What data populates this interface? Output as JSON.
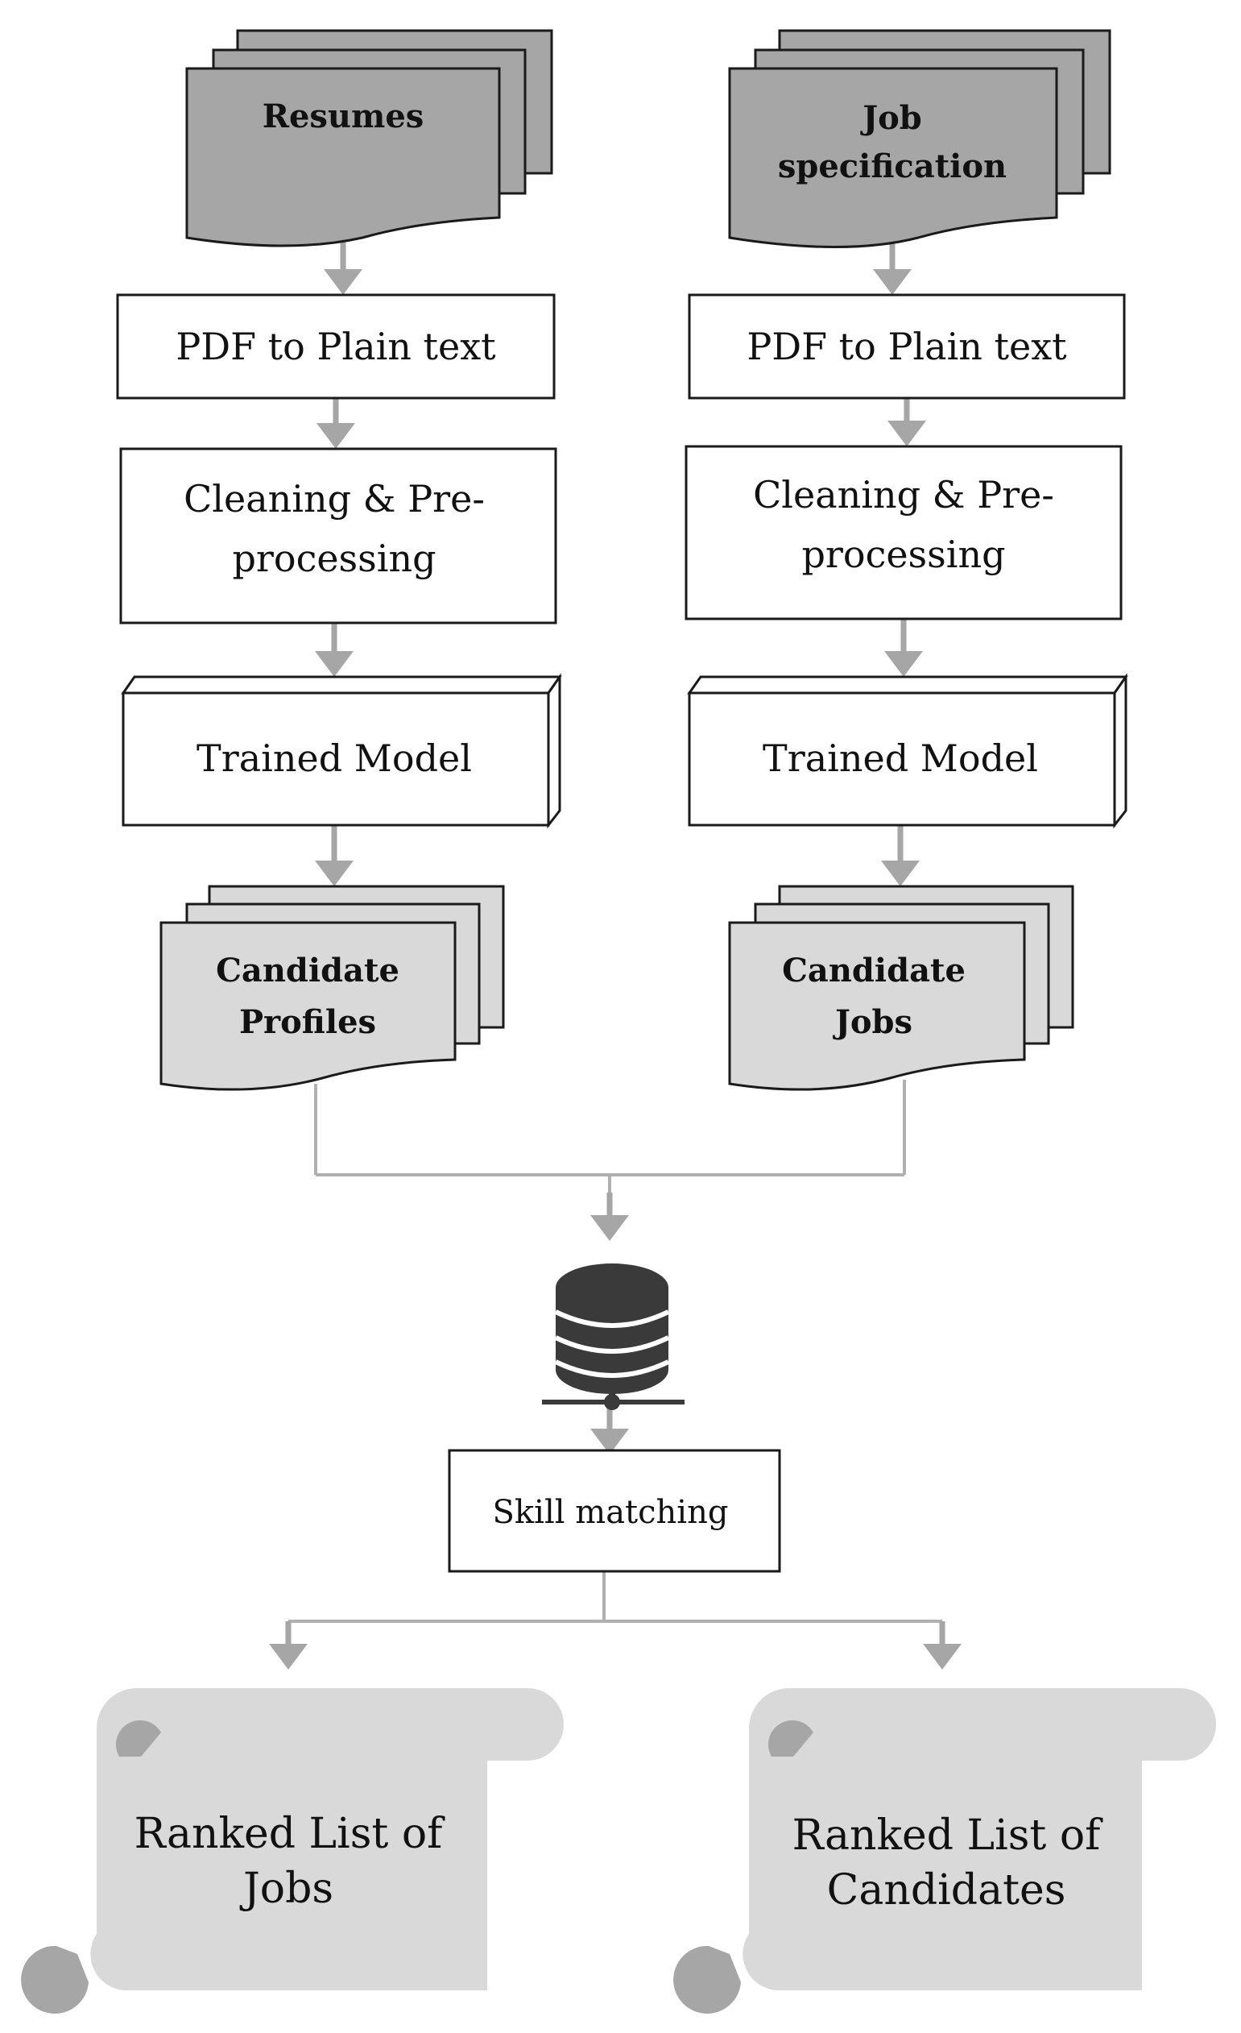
{
  "colors": {
    "arrow": "#a6a6a6",
    "doc_dark": "#a6a6a6",
    "doc_light": "#d9d9d9",
    "scroll": "#d9d9d9",
    "scroll_curl": "#a6a6a6",
    "db": "#3a3a3a",
    "line": "#1a1a1a"
  },
  "left": {
    "source": {
      "lines": [
        "Resumes"
      ]
    },
    "convert": {
      "lines": [
        "PDF to Plain text"
      ]
    },
    "clean": {
      "lines": [
        "Cleaning & Pre-",
        "processing"
      ]
    },
    "model": {
      "lines": [
        "Trained Model"
      ]
    },
    "output": {
      "lines": [
        "Candidate",
        "Profiles"
      ]
    }
  },
  "right": {
    "source": {
      "lines": [
        "Job",
        "specification"
      ]
    },
    "convert": {
      "lines": [
        "PDF to Plain text"
      ]
    },
    "clean": {
      "lines": [
        "Cleaning & Pre-",
        "processing"
      ]
    },
    "model": {
      "lines": [
        "Trained Model"
      ]
    },
    "output": {
      "lines": [
        "Candidate",
        "Jobs"
      ]
    }
  },
  "database": {
    "icon": "database-icon"
  },
  "matching": {
    "lines": [
      "Skill matching"
    ]
  },
  "results": {
    "jobs": {
      "lines": [
        "Ranked List of",
        "Jobs"
      ]
    },
    "candidates": {
      "lines": [
        "Ranked List of",
        "Candidates"
      ]
    }
  }
}
